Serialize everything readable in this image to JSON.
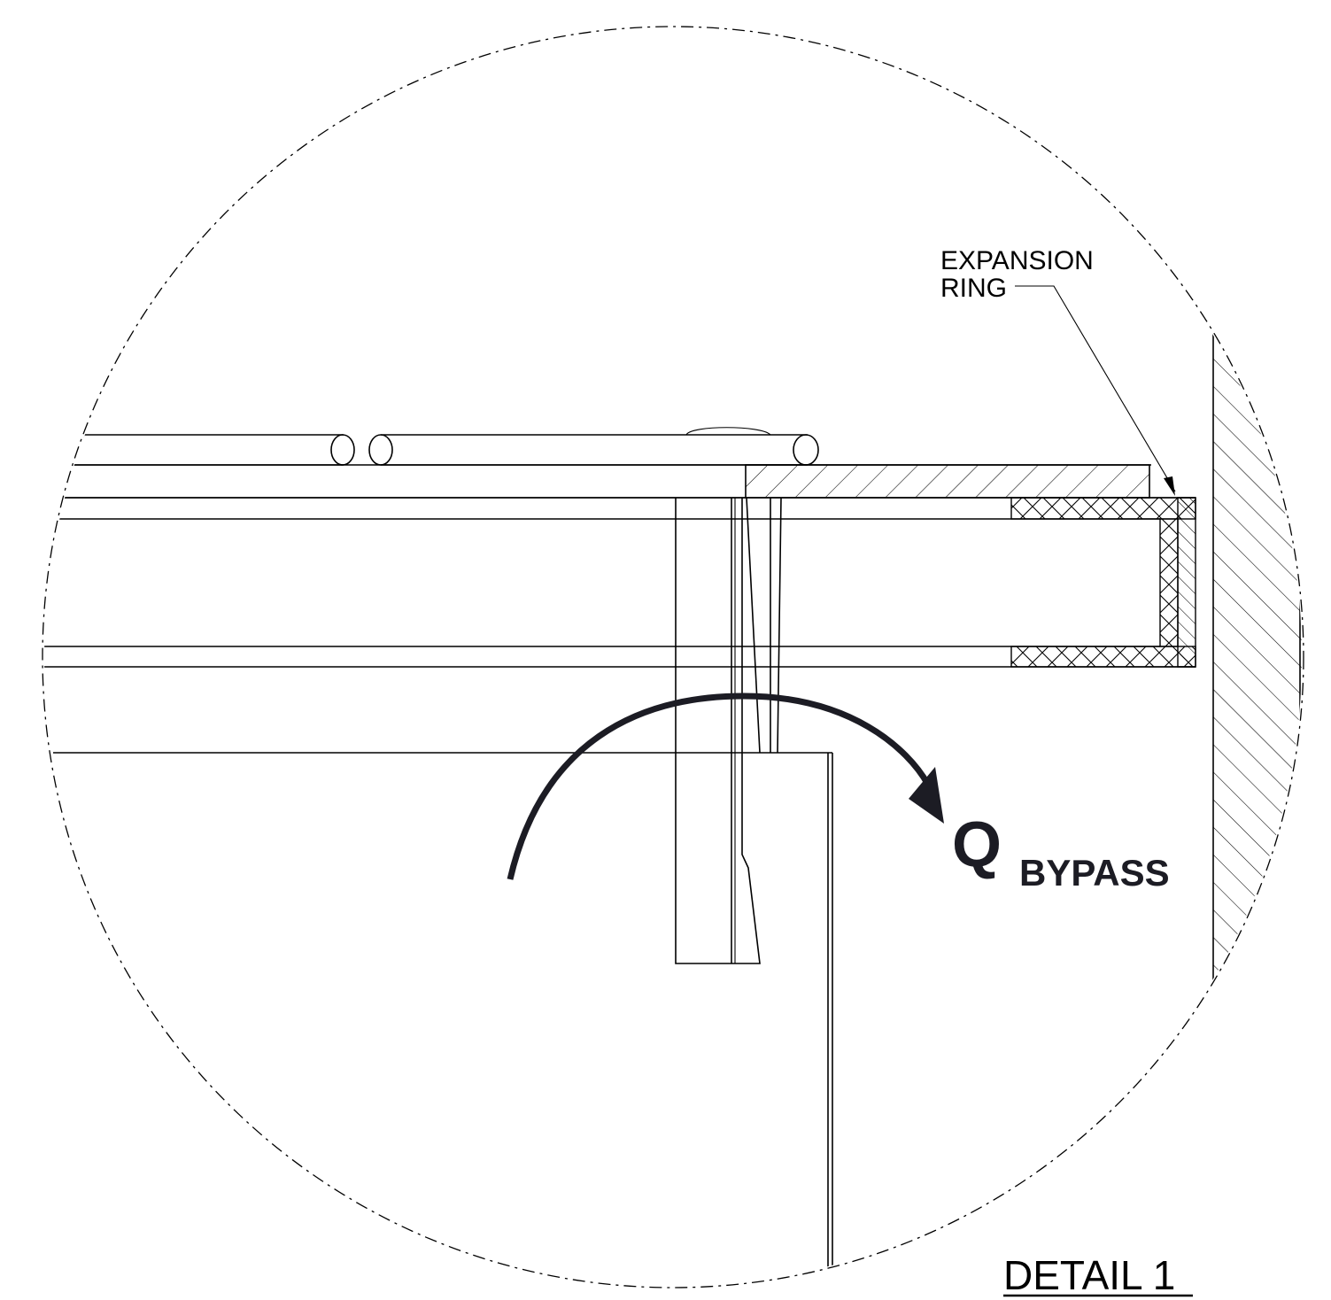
{
  "labels": {
    "expansion_ring_line1": "EXPANSION",
    "expansion_ring_line2": "RING",
    "flow_symbol": "Q",
    "flow_subscript": "BYPASS",
    "detail_title": "DETAIL 1"
  },
  "colors": {
    "line": "#000000",
    "arrow": "#1c1c24",
    "background": "#ffffff"
  }
}
